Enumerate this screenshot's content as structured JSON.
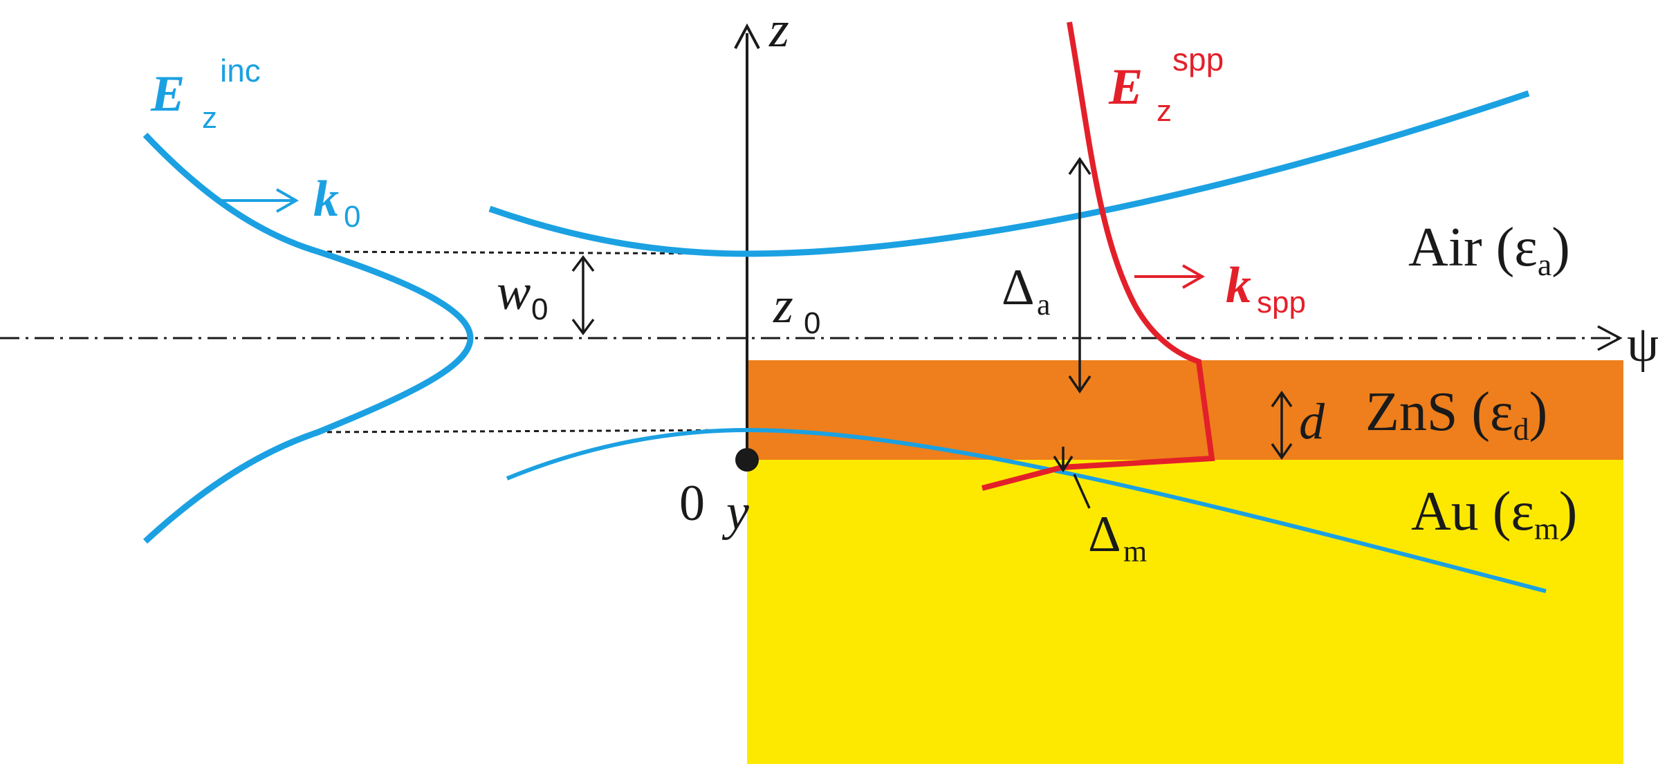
{
  "colors": {
    "incident_beam": "#1ba1e2",
    "spp": "#e3202a",
    "zns_layer": "#ee7f1c",
    "gold": "#fde900",
    "line": "#1a1a1a"
  },
  "labels": {
    "e_inc": {
      "main": "E",
      "sub": "z",
      "sup": "inc"
    },
    "k0": {
      "main": "k",
      "sub": "0"
    },
    "e_spp": {
      "main": "E",
      "sub": "z",
      "sup": "spp"
    },
    "k_spp": {
      "main": "k",
      "sub": "spp"
    },
    "z_axis": "z",
    "psi_axis": "ψ",
    "w0": {
      "main": "w",
      "sub": "0"
    },
    "z0": {
      "main": "z",
      "sub": "0"
    },
    "delta_a": {
      "main": "Δ",
      "sub": "a"
    },
    "delta_m": {
      "main": "Δ",
      "sub": "m"
    },
    "d": "d",
    "origin": "0",
    "y_axis": "y",
    "air": {
      "main": "Air (ε",
      "sub": "a",
      "close": ")"
    },
    "zns": {
      "main": "ZnS (ε",
      "sub": "d",
      "close": ")"
    },
    "au": {
      "main": "Au (ε",
      "sub": "m",
      "close": ")"
    }
  },
  "icons": {
    "k0_arrow": "arrow-right",
    "kspp_arrow": "arrow-right"
  }
}
